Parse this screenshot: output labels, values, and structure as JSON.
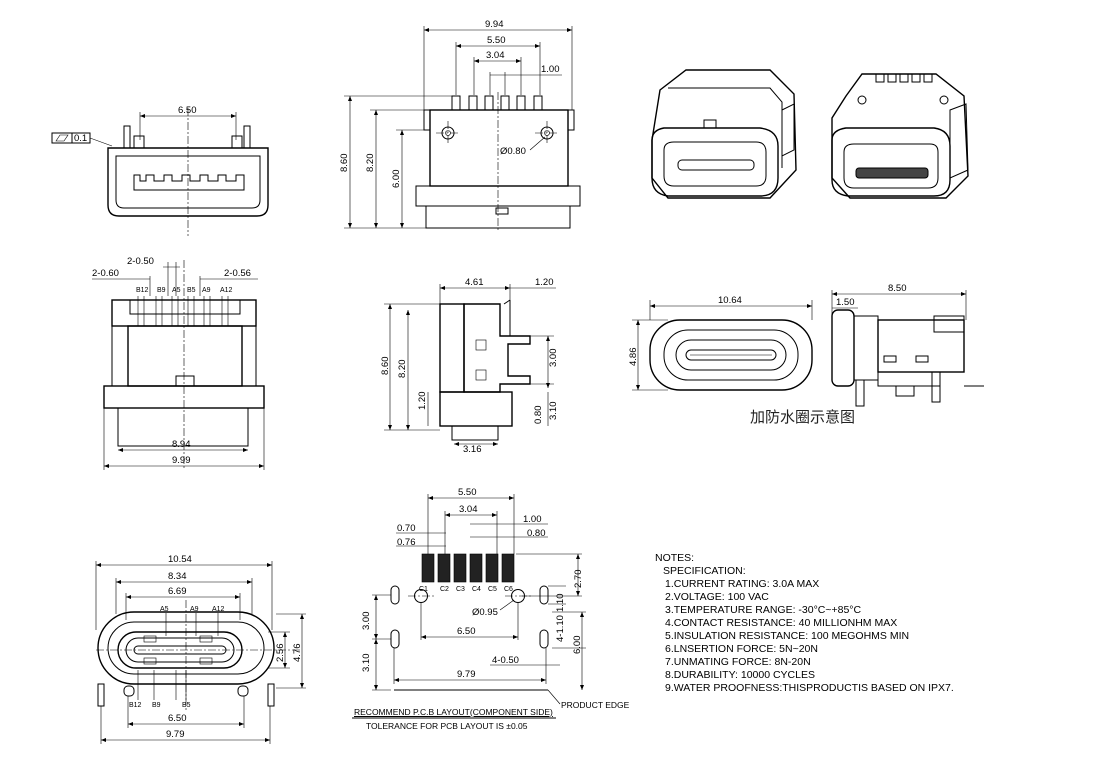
{
  "flatness": "0.1",
  "front_view": {
    "dim_width": "6.50"
  },
  "side_view": {
    "dims": {
      "width": "9.94",
      "pitch_group": "5.50",
      "inner": "3.04",
      "pitch": "1.00",
      "h_total": "8.60",
      "h_body": "8.20",
      "h_lower": "6.00",
      "hole": "Ø0.80"
    }
  },
  "pin_view": {
    "dims": {
      "d1": "2-0.50",
      "d2": "2-0.60",
      "d3": "2-0.56",
      "w_inner": "8.94",
      "w_outer": "9.99"
    },
    "pins": [
      "B12",
      "B9",
      "A5",
      "B5",
      "A9",
      "A12"
    ]
  },
  "profile_view": {
    "dims": {
      "depth": "4.61",
      "tab": "1.20",
      "h_total": "8.60",
      "h_body": "8.20",
      "h_low": "1.20",
      "slot": "3.00",
      "gap": "0.80",
      "tail": "3.10",
      "foot": "3.16"
    }
  },
  "gasket_view": {
    "dims": {
      "width": "10.64",
      "height": "4.86",
      "side_depth": "8.50",
      "ring": "1.50"
    },
    "caption": "加防水圈示意图"
  },
  "bottom_view": {
    "dims": {
      "w_outer": "10.54",
      "w_mid": "8.34",
      "w_inner": "6.69",
      "h_inner": "2.56",
      "h_outer": "4.76",
      "pitch": "6.50",
      "w_leg": "9.79"
    },
    "pins_top": [
      "A5",
      "A9",
      "A12"
    ],
    "pins_bottom": [
      "B12",
      "B9",
      "B5"
    ]
  },
  "pcb_layout": {
    "dims": {
      "p1": "5.50",
      "p2": "3.04",
      "p3": "1.00",
      "p4": "0.80",
      "p5": "0.70",
      "p6": "0.76",
      "h1": "2.70",
      "hole": "Ø0.95",
      "s1": "6.50",
      "v1": "3.00",
      "v2": "3.10",
      "v3": "1.10",
      "v4": "6.00",
      "slot": "4-1.10",
      "slot2": "4-0.50",
      "w": "9.79"
    },
    "pads": [
      "C1",
      "C2",
      "C3",
      "C4",
      "C5",
      "C6"
    ],
    "title": "RECOMMEND P.C.B LAYOUT(COMPONENT SIDE)",
    "tolerance": "TOLERANCE FOR PCB LAYOUT IS ±0.05",
    "edge_label": "PRODUCT EDGE"
  },
  "notes": {
    "heading": "NOTES:",
    "sub": "SPECIFICATION:",
    "items": [
      "1.CURRENT RATING: 3.0A MAX",
      "2.VOLTAGE: 100 VAC",
      "3.TEMPERATURE RANGE: -30°C~+85°C",
      "4.CONTACT RESISTANCE: 40 MILLIONHM MAX",
      "5.INSULATION RESISTANCE: 100 MEGOHMS MIN",
      "6.LNSERTION FORCE: 5N~20N",
      "7.UNMATING FORCE: 8N-20N",
      "8.DURABILITY: 10000 CYCLES",
      "9.WATER PROOFNESS:THISPRODUCTIS BASED ON IPX7."
    ]
  }
}
